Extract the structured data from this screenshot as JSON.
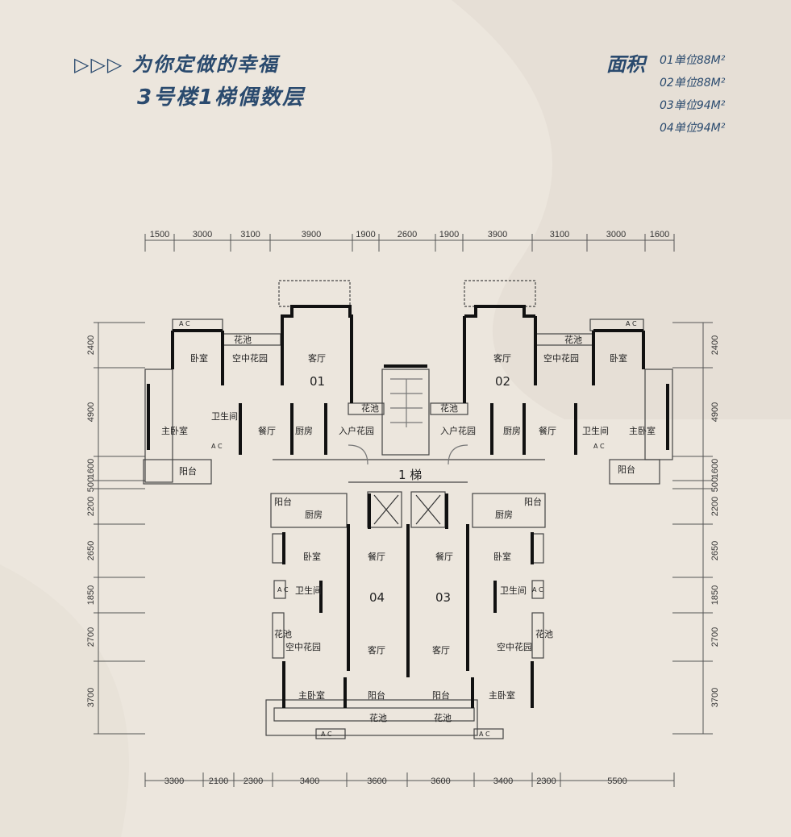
{
  "header": {
    "title_line1": "▷▷▷ 为你定做的幸福",
    "title_line2": "3号楼1梯偶数层",
    "area_label": "面积",
    "areas": [
      "01单位88M²",
      "02单位88M²",
      "03单位94M²",
      "04单位94M²"
    ]
  },
  "colors": {
    "title": "#2a4a6e",
    "wall": "#111111",
    "line": "#555555",
    "background": "#ece6dd"
  },
  "dims": {
    "top": [
      "1500",
      "3000",
      "3100",
      "3900",
      "1900",
      "2600",
      "1900",
      "3900",
      "3100",
      "3000",
      "1600"
    ],
    "bottom": [
      "3300",
      "2100",
      "2300",
      "3400",
      "3600",
      "3600",
      "3400",
      "2300",
      "5500"
    ],
    "left": [
      "2400",
      "4900",
      "1600",
      "500",
      "2200",
      "2650",
      "1850",
      "2700",
      "3700"
    ],
    "right": [
      "2400",
      "4900",
      "1600",
      "500",
      "2200",
      "2650",
      "1850",
      "2700",
      "3700"
    ]
  },
  "units": {
    "u01": "01",
    "u02": "02",
    "u03": "03",
    "u04": "04",
    "stair": "1 梯"
  },
  "rooms": {
    "bedroom": "卧室",
    "sky_garden": "空中花园",
    "living": "客厅",
    "master": "主卧室",
    "bath": "卫生间",
    "dining": "餐厅",
    "kitchen": "厨房",
    "entry_garden": "入户花园",
    "planter": "花池",
    "planter_v": "花\n池",
    "balcony": "阳台",
    "ac": "A C"
  }
}
